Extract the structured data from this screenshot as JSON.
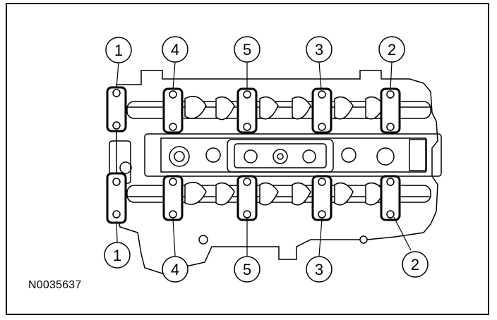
{
  "figure_id": "N0035637",
  "callouts_top": [
    "1",
    "4",
    "5",
    "3",
    "2"
  ],
  "callouts_bottom": [
    "1",
    "4",
    "5",
    "3",
    "2"
  ]
}
